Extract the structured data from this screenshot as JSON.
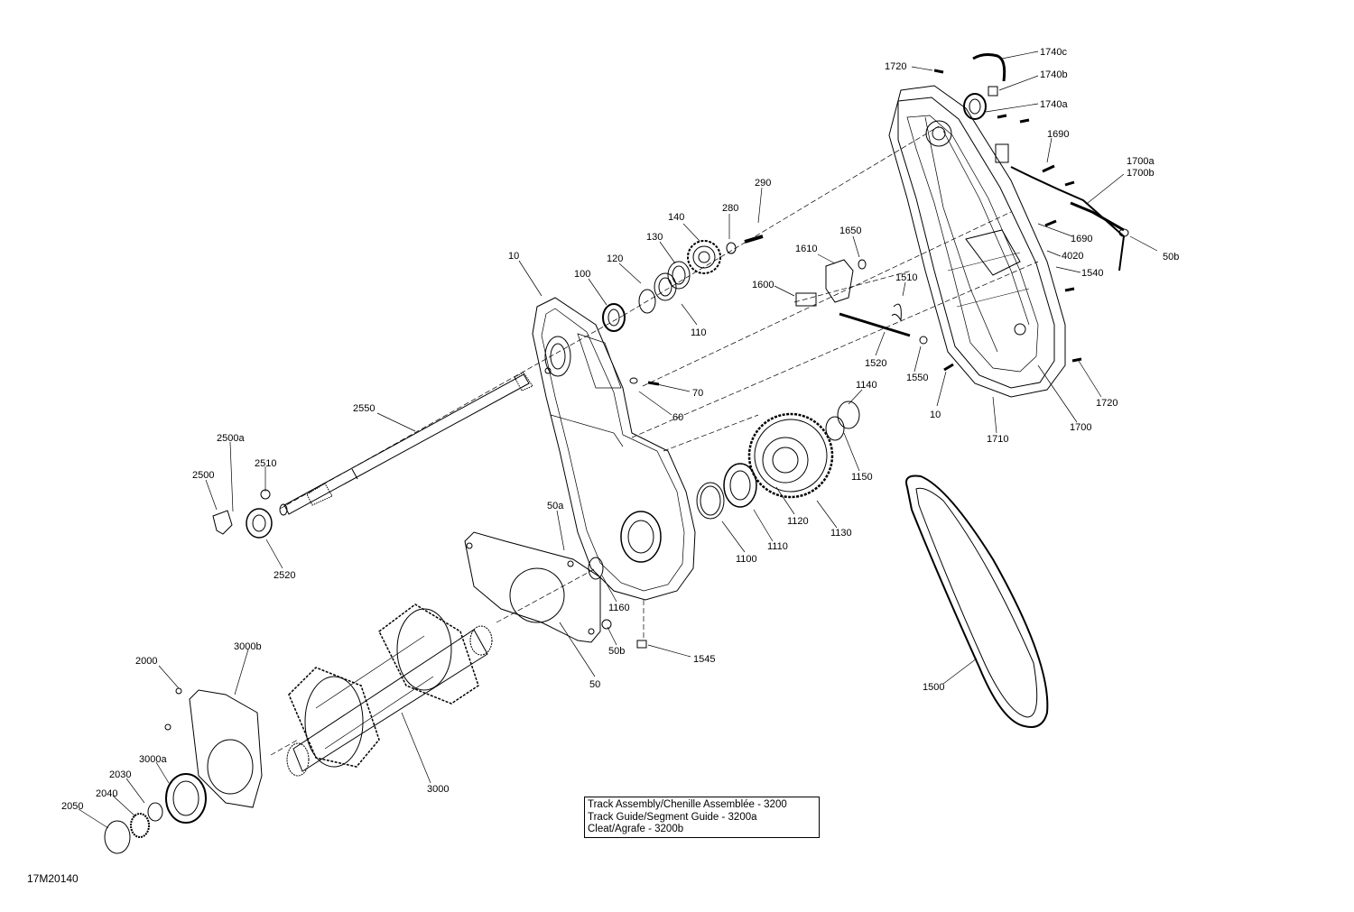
{
  "diagram": {
    "callouts": {
      "c1720a": "1720",
      "c1740c": "1740c",
      "c1740b": "1740b",
      "c1740a": "1740a",
      "c1690a": "1690",
      "c1700a": "1700a",
      "c1700b": "1700b",
      "c1690b": "1690",
      "c4020": "4020",
      "c50b_r": "50b",
      "c1540": "1540",
      "c290": "290",
      "c280": "280",
      "c140": "140",
      "c130": "130",
      "c120": "120",
      "c100": "100",
      "c10a": "10",
      "c110": "110",
      "c1650": "1650",
      "c1610": "1610",
      "c1600": "1600",
      "c1510": "1510",
      "c1520": "1520",
      "c1550": "1550",
      "c10b": "10",
      "c1710": "1710",
      "c1700": "1700",
      "c1720b": "1720",
      "c70": "70",
      "c60": "60",
      "c2550": "2550",
      "c2500a": "2500a",
      "c2500": "2500",
      "c2510": "2510",
      "c2520": "2520",
      "c1140": "1140",
      "c1150": "1150",
      "c1120": "1120",
      "c1130": "1130",
      "c1110": "1110",
      "c1100": "1100",
      "c50a": "50a",
      "c1160": "1160",
      "c50b_l": "50b",
      "c1545": "1545",
      "c50": "50",
      "c1500": "1500",
      "c2000": "2000",
      "c3000b": "3000b",
      "c3000a": "3000a",
      "c2030": "2030",
      "c2040": "2040",
      "c2050": "2050",
      "c3000": "3000"
    },
    "legend": [
      "Track Assembly/Chenille Assemblée - 3200",
      "Track Guide/Segment Guide - 3200a",
      "Cleat/Agrafe - 3200b"
    ],
    "figure_code": "17M20140"
  }
}
